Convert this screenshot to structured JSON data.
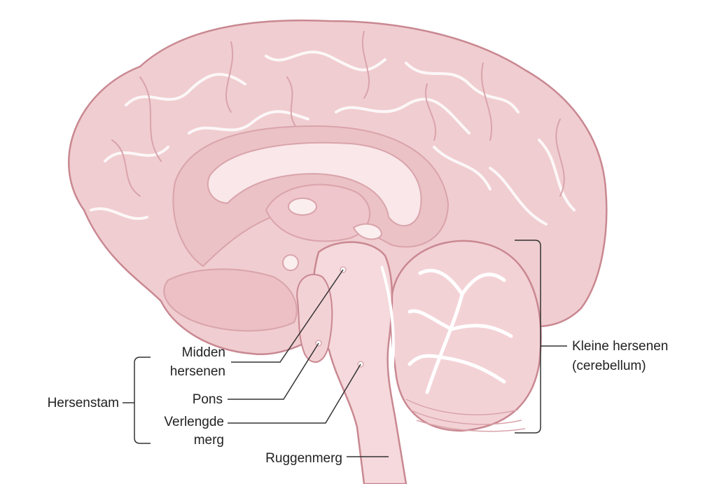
{
  "diagram": {
    "colors": {
      "cortex": "#f0cdd0",
      "outline": "#c98891",
      "inner": "#f7e1e3",
      "deep": "#e9b8bd",
      "cerebellum": "#f3d2d6",
      "stem": "#f5d9dc",
      "leader": "#333333"
    }
  },
  "labels": {
    "midbrain_line1": "Midden",
    "midbrain_line2": "hersenen",
    "pons": "Pons",
    "medulla_line1": "Verlengde",
    "medulla_line2": "merg",
    "brainstem": "Hersenstam",
    "spinal_cord": "Ruggenmerg",
    "cerebellum_line1": "Kleine hersenen",
    "cerebellum_line2": "(cerebellum)"
  }
}
